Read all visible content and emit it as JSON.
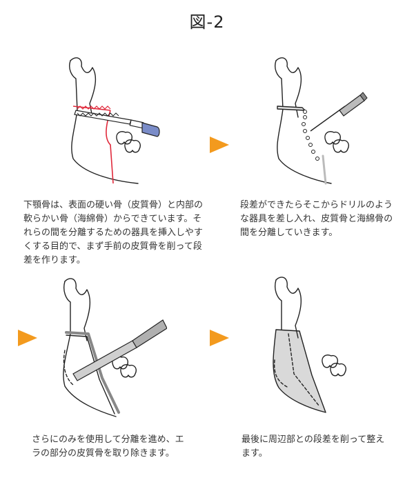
{
  "title": "図-2",
  "colors": {
    "arrow": "#f39a1e",
    "incision": "#e0283a",
    "drill_tip": "#7a8cc8",
    "shade": "#d9d9d9"
  },
  "steps": [
    {
      "caption": "下顎骨は、表面の硬い骨（皮質骨）と内部の軟らかい骨（海綿骨）からできています。それらの間を分離するための器具を挿入しやすくする目的で、まず手前の皮質骨を削って段差を作ります。"
    },
    {
      "caption": "段差ができたらそこからドリルのような器具を差し入れ、皮質骨と海綿骨の間を分離していきます。"
    },
    {
      "caption": "さらにのみを使用して分離を進め、エラの部分の皮質骨を取り除きます。"
    },
    {
      "caption": "最後に周辺部との段差を削って整えます。"
    }
  ]
}
